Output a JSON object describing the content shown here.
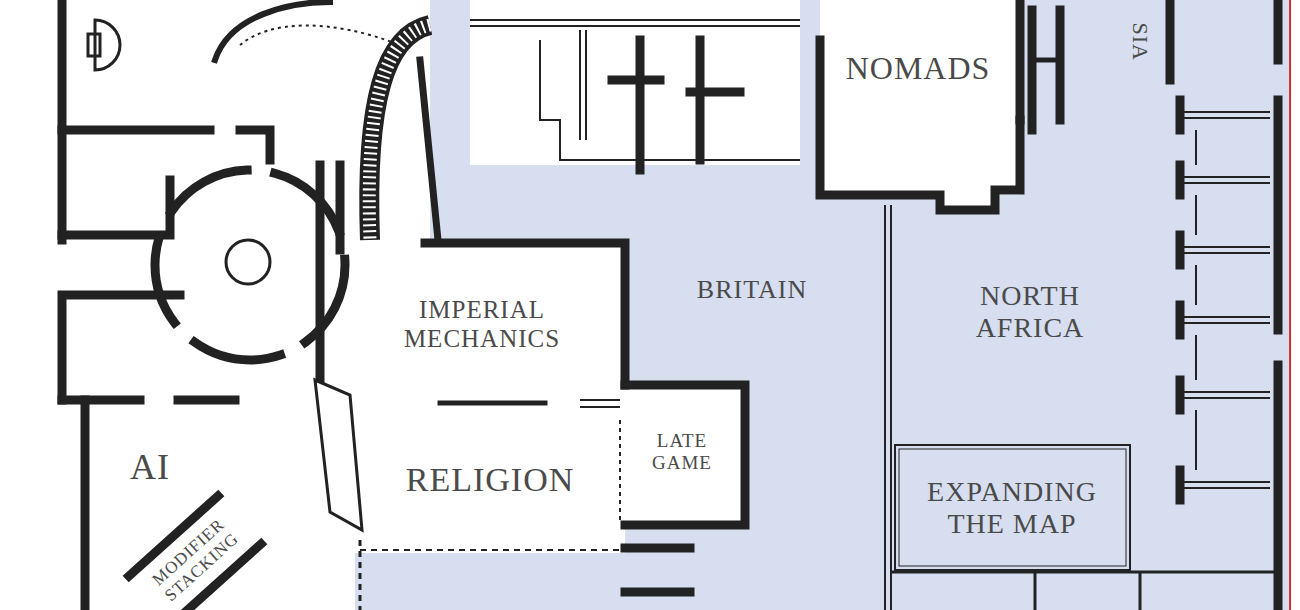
{
  "diagram": {
    "labels": [
      "NOMADS",
      "SIA",
      "BRITAIN",
      "NORTH AFRICA",
      "IMPERIAL MECHANICS",
      "LATE GAME",
      "RELIGION",
      "AI",
      "EXPANDING THE MAP",
      "MODIFIER STACKING"
    ]
  }
}
